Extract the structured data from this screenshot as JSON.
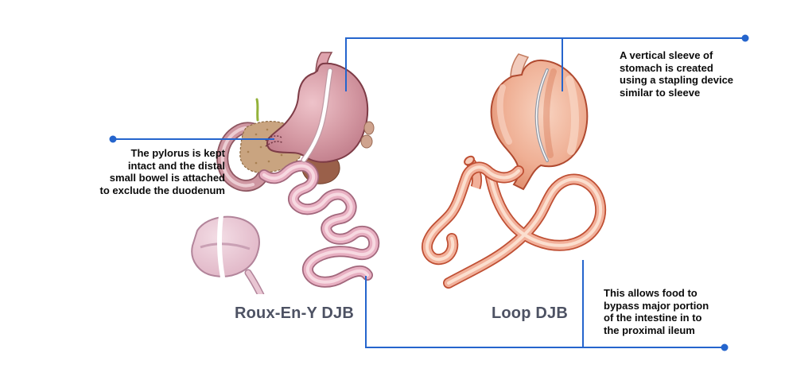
{
  "diagram": {
    "panels": [
      {
        "id": "roux-en-y",
        "label": "Roux-En-Y DJB"
      },
      {
        "id": "loop",
        "label": "Loop DJB"
      }
    ],
    "annotations": {
      "sleeve": "A vertical sleeve of\nstomach is created\nusing a stapling device\nsimilar to sleeve",
      "pylorus": "The pylorus is kept\nintact and the distal\nsmall bowel is attached\nto exclude the duodenum",
      "bypass": "This allows food to\nbypass major portion\nof the intestine in to\nthe proximal ileum"
    },
    "colors": {
      "callout_blue": "#2565cd",
      "label_gray": "#4d5263",
      "annotation_black": "#0b0b0b",
      "stomach_pink": "#d59aa4",
      "intestine_pink": "#e8b0c2",
      "sleeve_salmon": "#f2b09a",
      "outline_maroon": "#7d3b46",
      "outline_red": "#bf4f33",
      "pancreas_tan": "#c9a480"
    }
  }
}
